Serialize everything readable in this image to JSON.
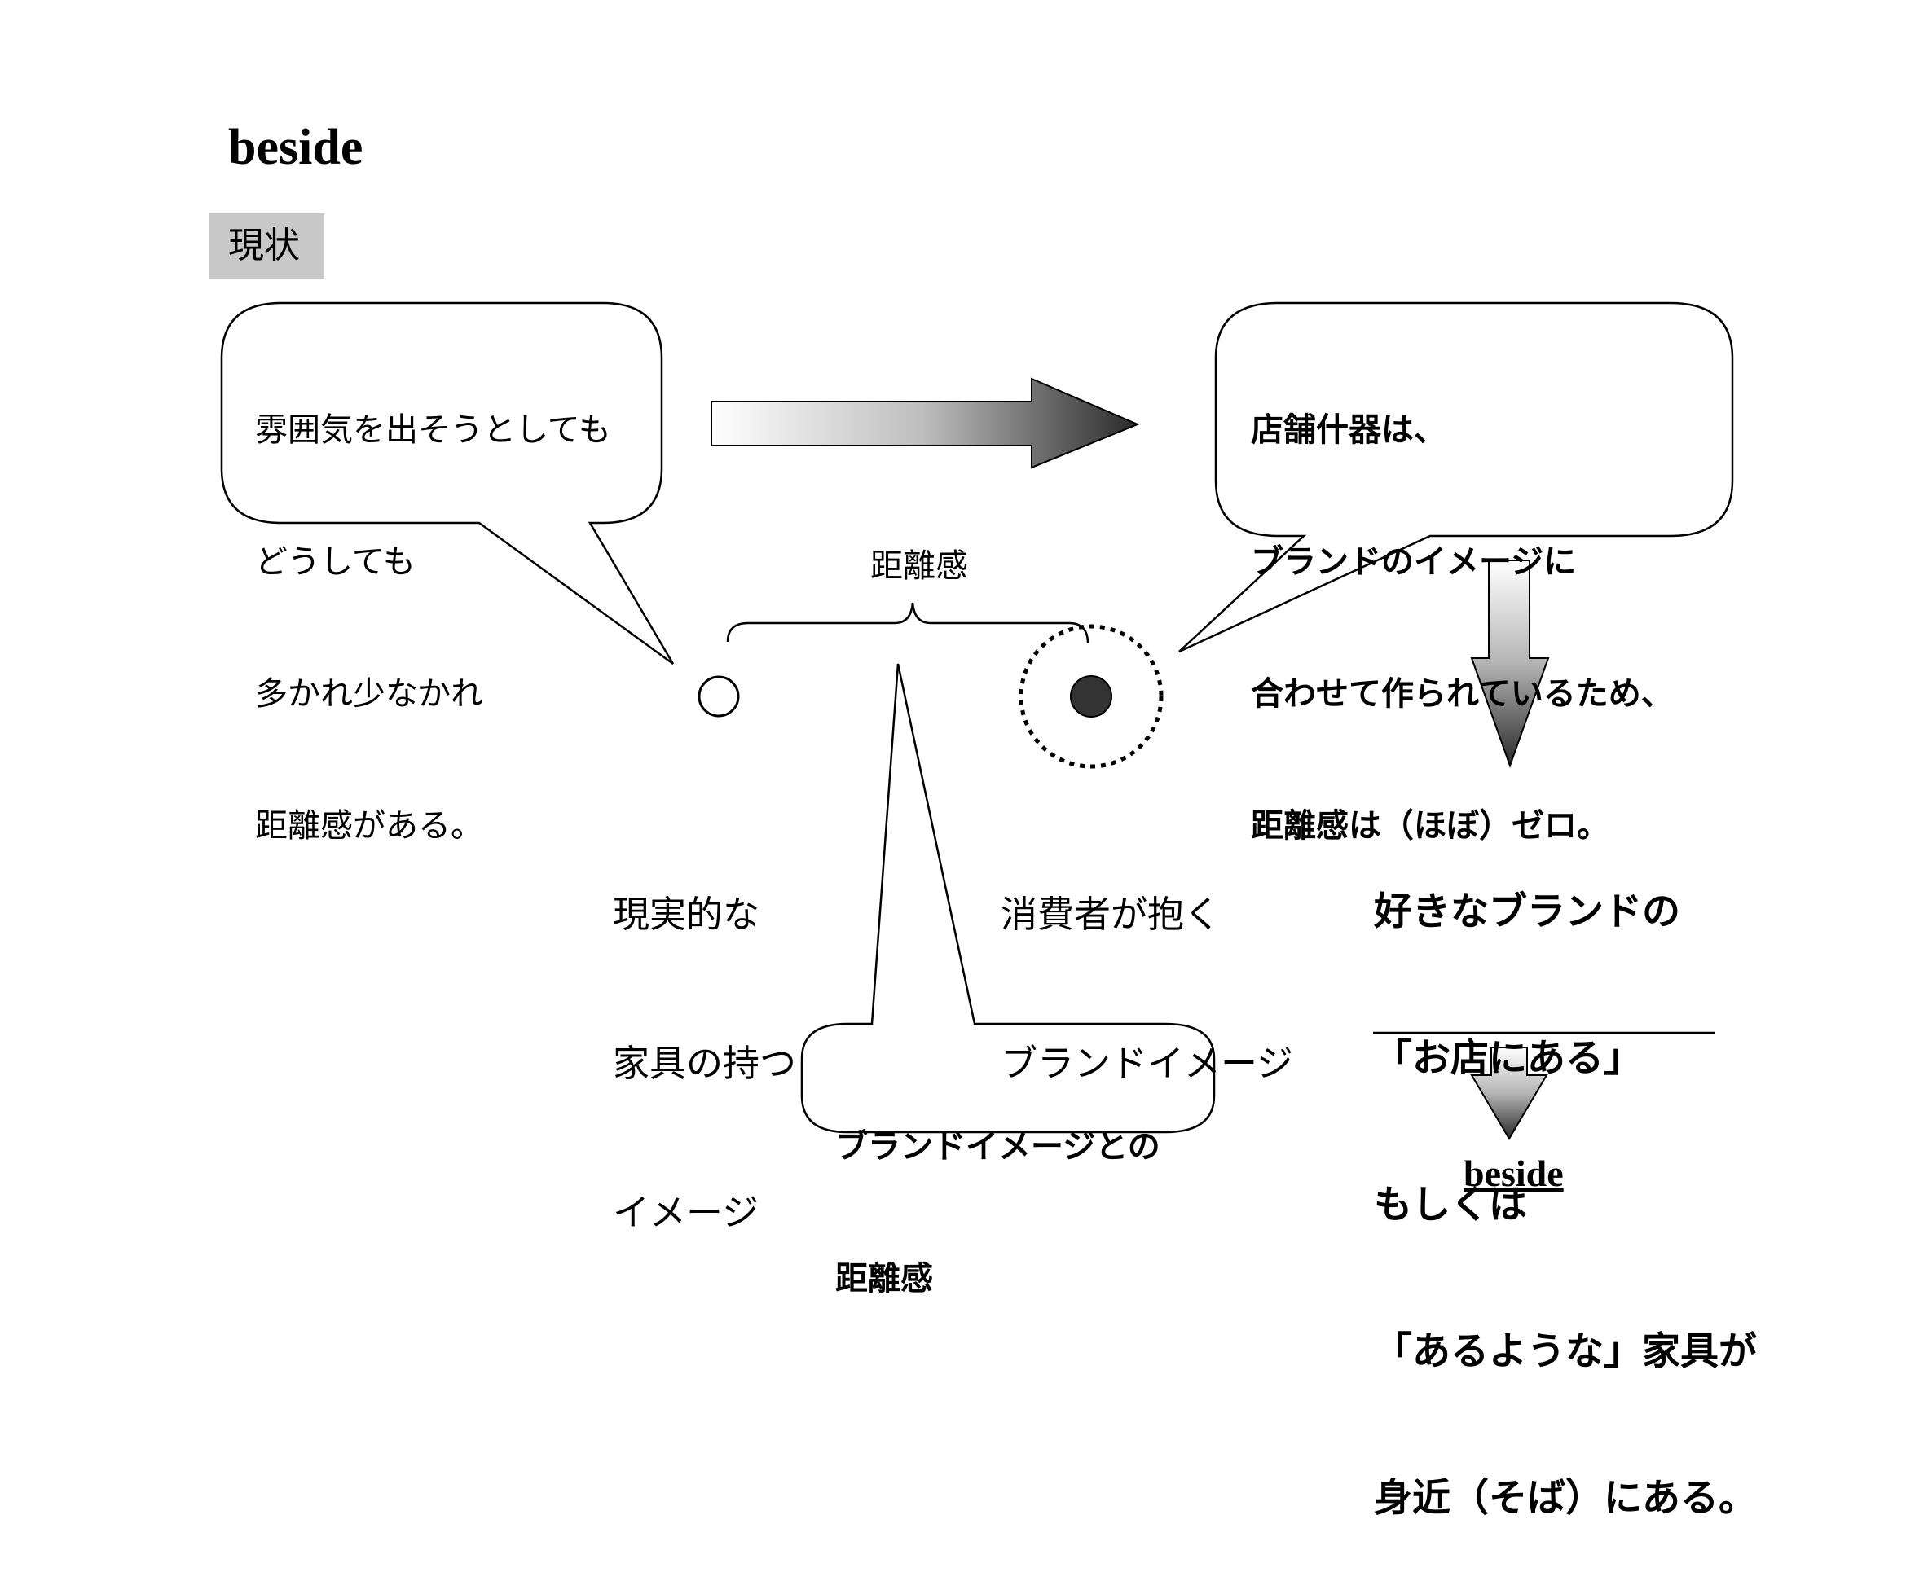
{
  "title": "beside",
  "status_label": "現状",
  "left_bubble": {
    "lines": [
      "雰囲気を出そうとしても",
      "どうしても",
      "多かれ少なかれ",
      "距離感がある。"
    ]
  },
  "right_bubble": {
    "lines": [
      "店舗什器は、",
      "ブランドのイメージに",
      "合わせて作られているため、",
      "距離感は（ほぼ）ゼロ。"
    ]
  },
  "distance_label": "距離感",
  "real_furniture_label": {
    "lines": [
      "現実的な",
      "家具の持つ",
      "イメージ"
    ]
  },
  "brand_image_label": {
    "lines": [
      "消費者が抱く",
      "ブランドイメージ"
    ]
  },
  "bottom_bubble": {
    "lines": [
      "ブランドイメージとの",
      "距離感"
    ]
  },
  "conclusion": {
    "lines": [
      "好きなブランドの",
      "「お店にある」",
      "もしくは",
      "「あるような」家具が"
    ],
    "underlined_line": "身近（そば）にある。"
  },
  "footer_word": "beside"
}
